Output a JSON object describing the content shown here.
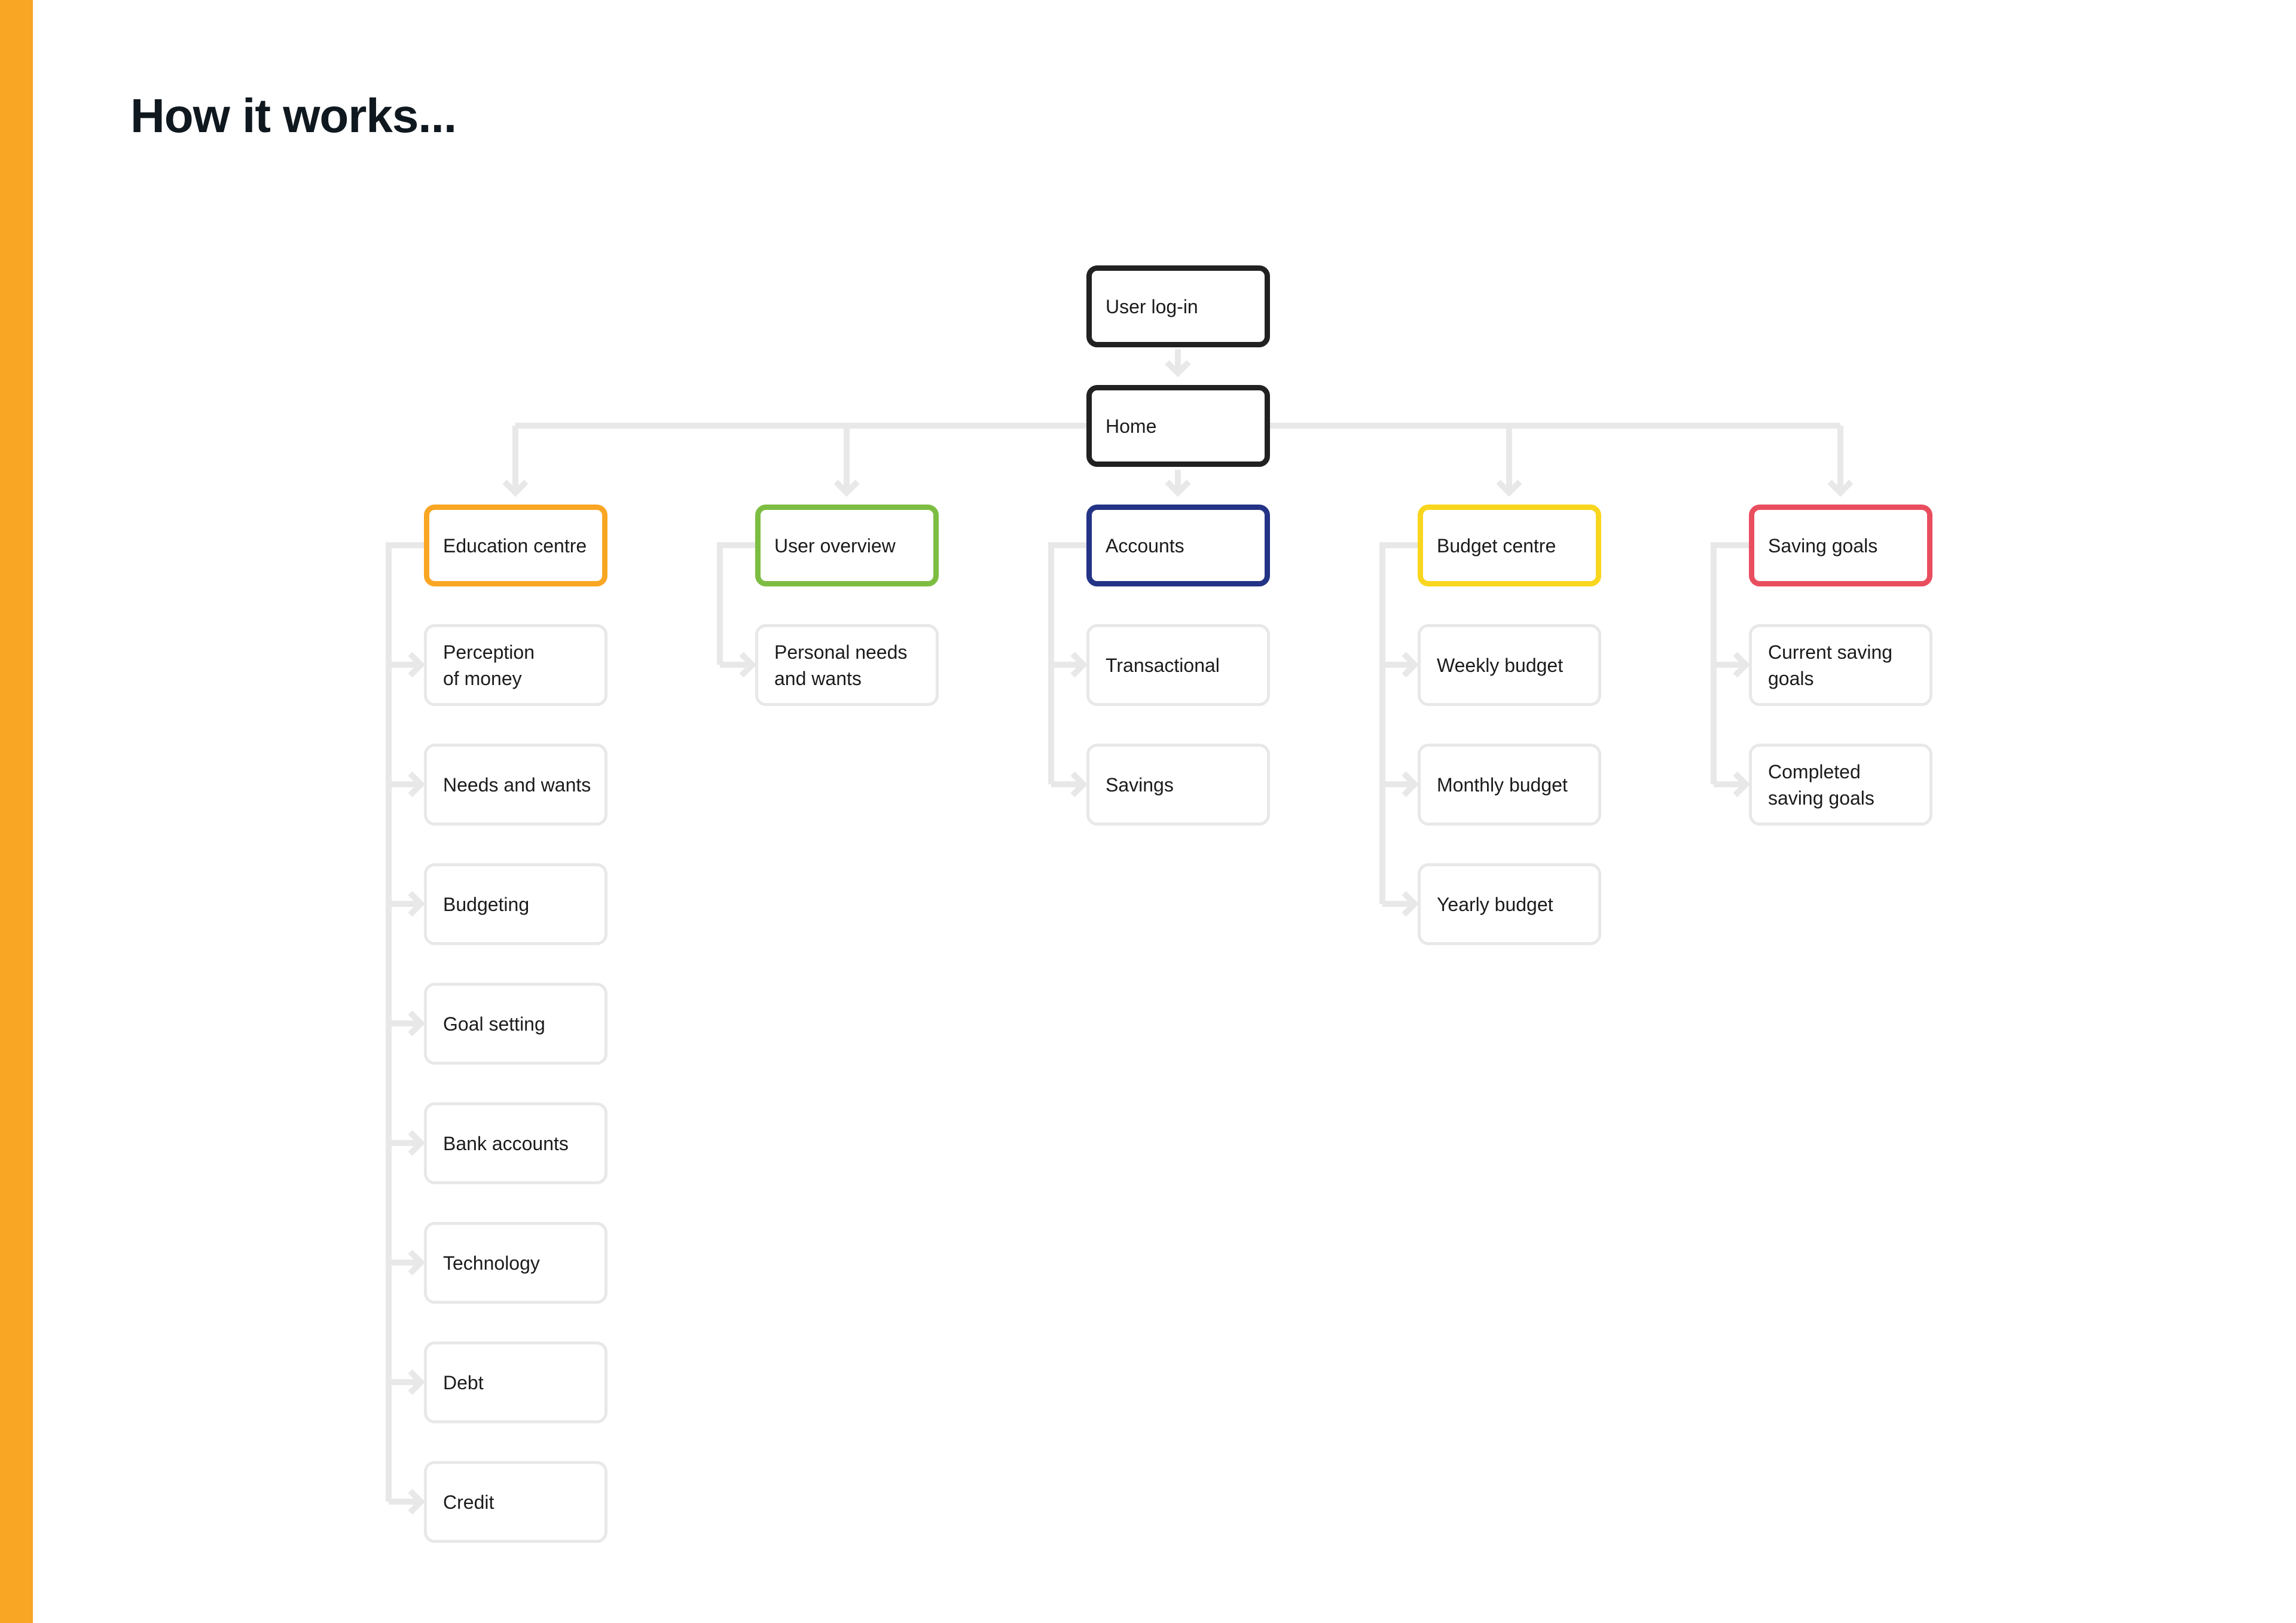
{
  "title": "How it works...",
  "colors": {
    "sidebar": "#F8A623",
    "root": "#212121",
    "connector": "#e8e8e8",
    "child_border": "#e8e8e8",
    "education": "#F8A623",
    "user_overview": "#7CBD42",
    "accounts": "#233385",
    "budget": "#F9D61E",
    "saving": "#E94E5F"
  },
  "root": {
    "login": "User log-in",
    "home": "Home"
  },
  "branches": [
    {
      "label": "Education centre",
      "color": "#F8A623",
      "children": [
        "Perception\nof money",
        "Needs and wants",
        "Budgeting",
        "Goal setting",
        "Bank accounts",
        "Technology",
        "Debt",
        "Credit"
      ]
    },
    {
      "label": "User overview",
      "color": "#7CBD42",
      "children": [
        "Personal needs\nand wants"
      ]
    },
    {
      "label": "Accounts",
      "color": "#233385",
      "children": [
        "Transactional",
        "Savings"
      ]
    },
    {
      "label": "Budget centre",
      "color": "#F9D61E",
      "children": [
        "Weekly budget",
        "Monthly budget",
        "Yearly budget"
      ]
    },
    {
      "label": "Saving goals",
      "color": "#E94E5F",
      "children": [
        "Current saving\ngoals",
        "Completed\nsaving goals"
      ]
    }
  ]
}
